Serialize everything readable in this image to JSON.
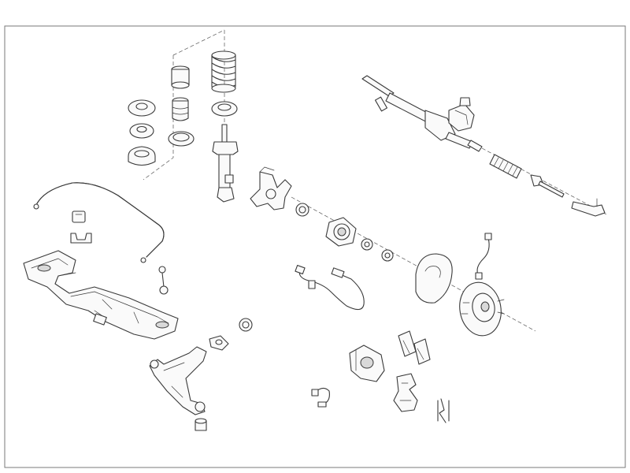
{
  "diagram": {
    "type": "exploded-parts-view",
    "colors": {
      "background": "#ffffff",
      "line": "#3a3a3a",
      "frame": "#7a7a7a",
      "shade": "#d9d9d9"
    },
    "parts": [
      "frame-border",
      "strut-mount-bearing-group",
      "coil-spring",
      "shock-absorber",
      "steering-rack",
      "tie-rod-boot",
      "tie-rod",
      "tie-rod-end",
      "stabilizer-bar",
      "stabilizer-bushings",
      "stabilizer-link",
      "subframe",
      "steering-knuckle",
      "wheel-hub",
      "wheel-bearing",
      "abs-sensor",
      "brake-dust-shield",
      "brake-hose",
      "brake-disc",
      "control-arm",
      "control-arm-bushing",
      "brake-caliper",
      "brake-pads",
      "brake-wear-sensor",
      "caliper-carrier",
      "brake-pad-clips",
      "ball-joint"
    ]
  }
}
